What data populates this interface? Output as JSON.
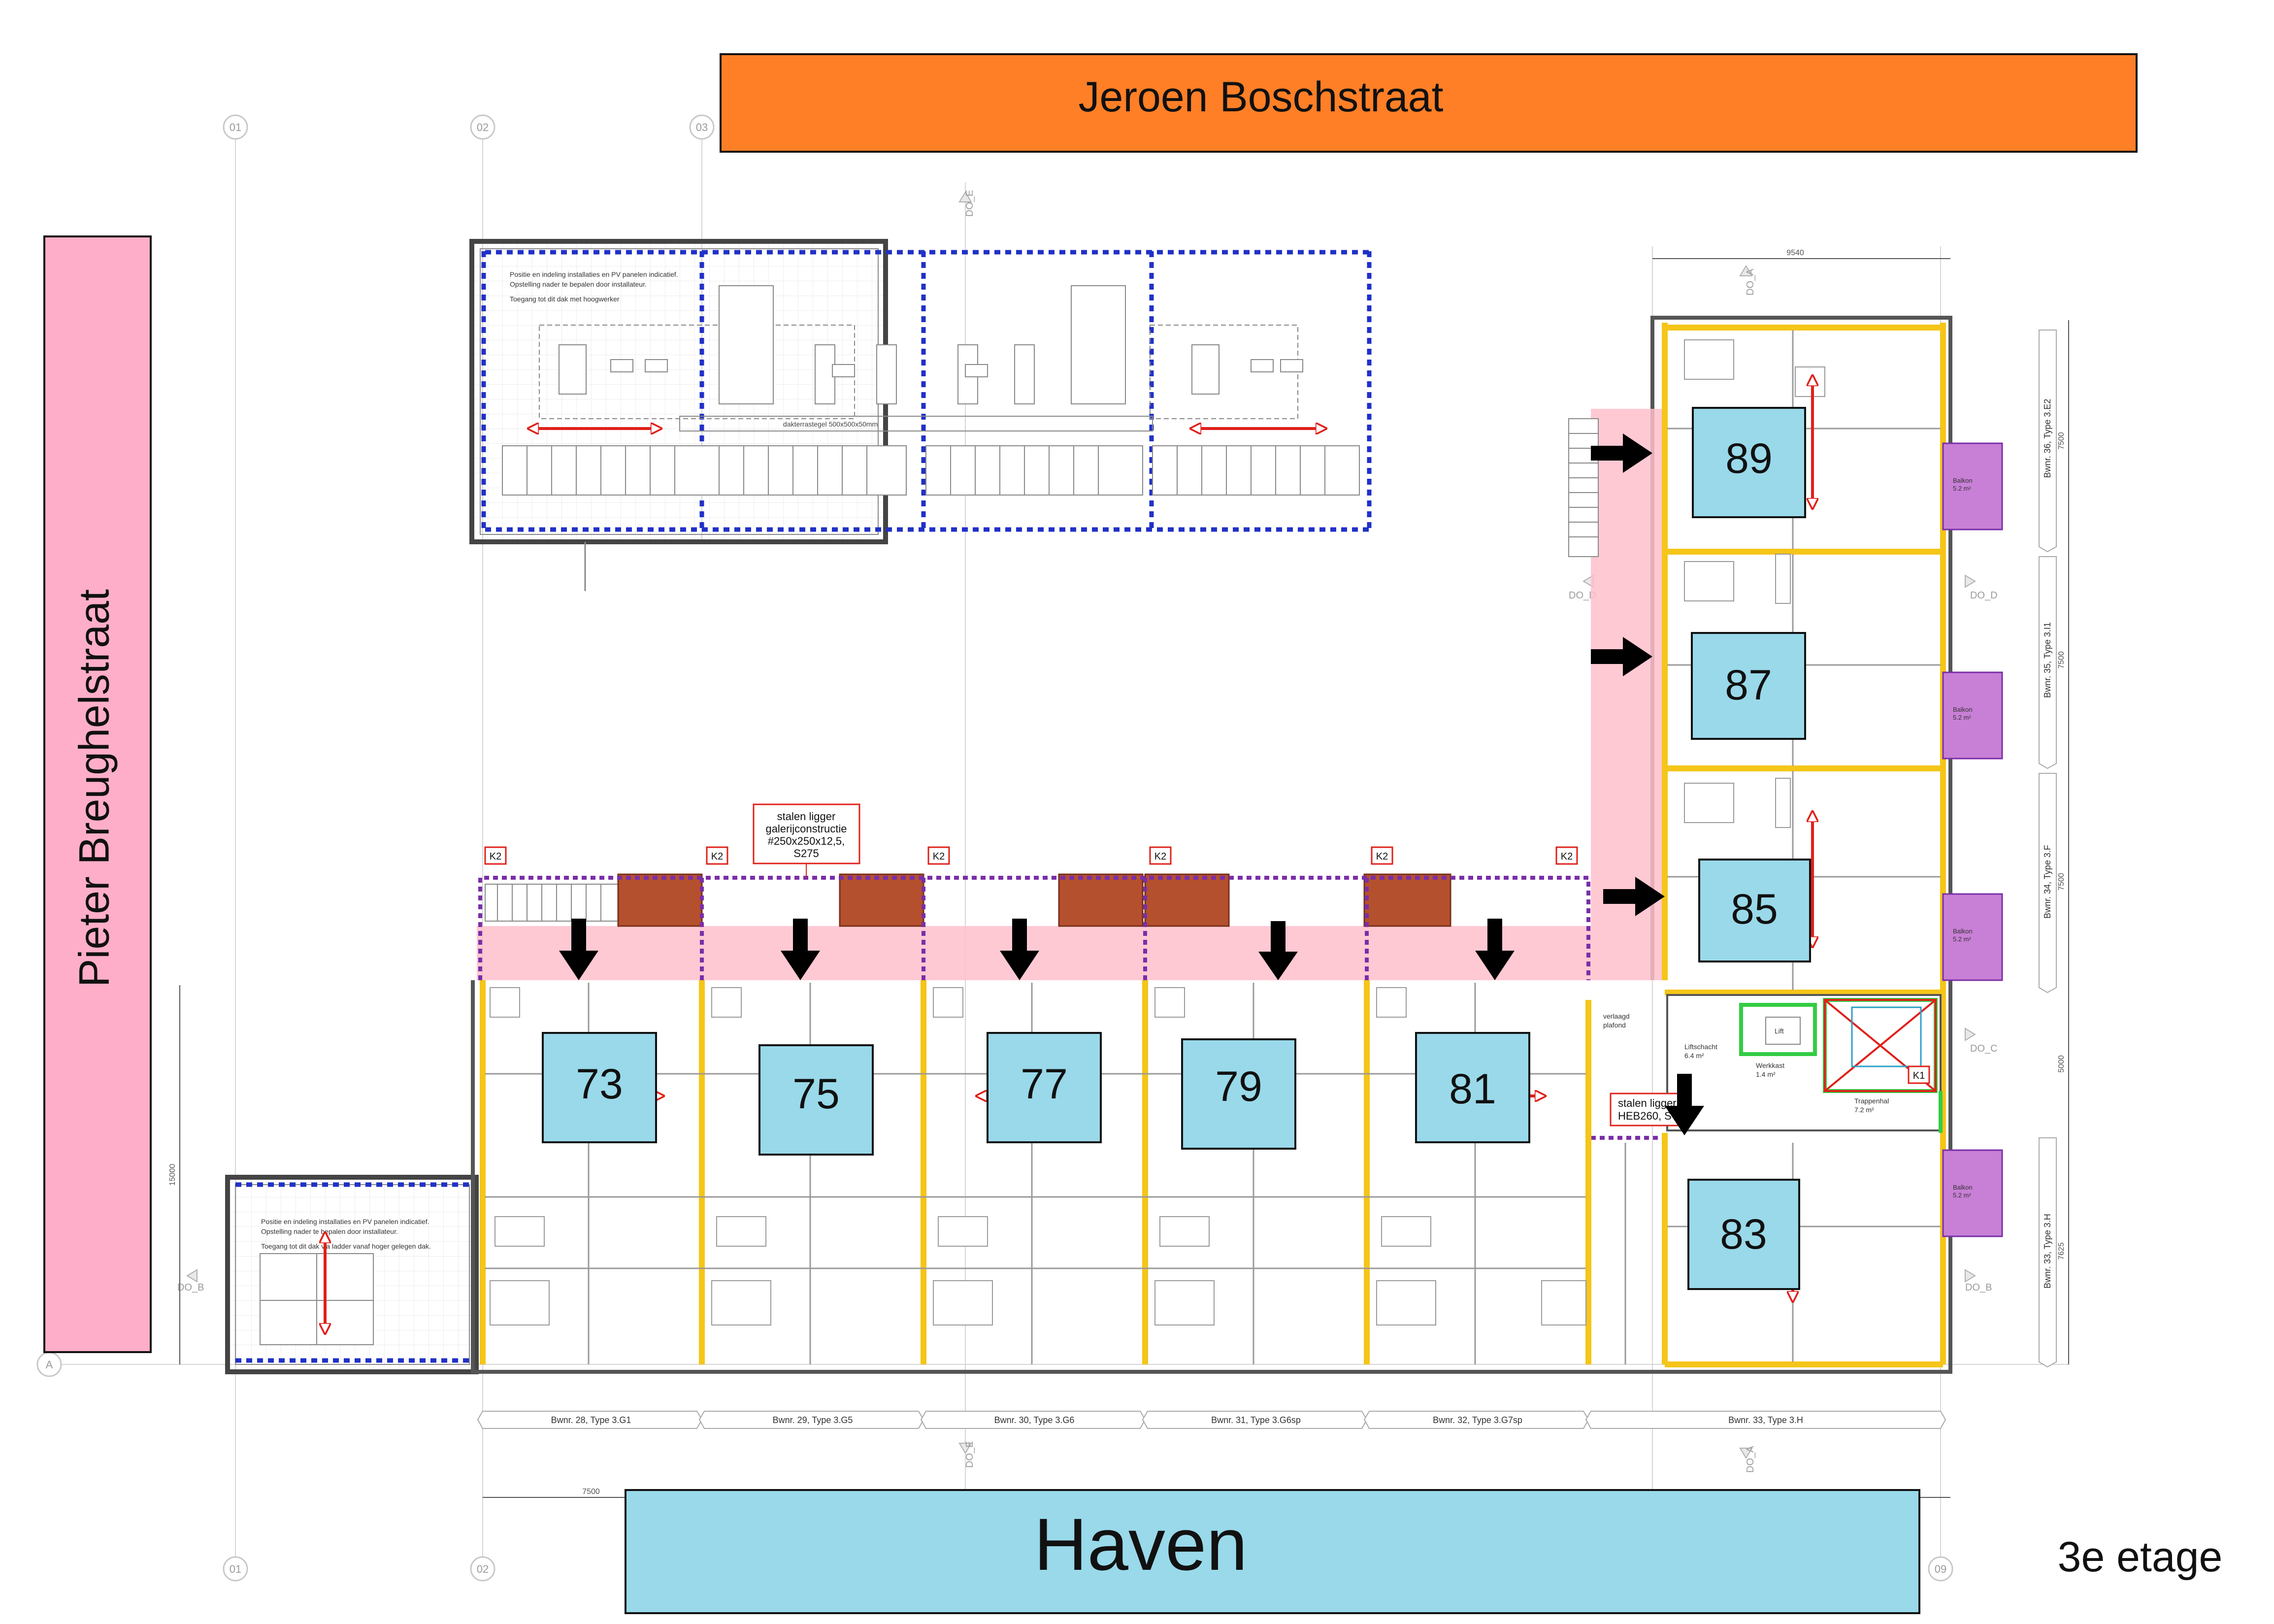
{
  "streets": {
    "north": "Jeroen Boschstraat",
    "west": "Pieter Breughelstraat",
    "south": "Haven"
  },
  "floor_label": "3e etage",
  "colors": {
    "north_street": "#ff7f27",
    "west_street": "#ffaec9",
    "south_street": "#99d9ea",
    "unit_tag": "#99d9ea",
    "gallery": "#ffc0cb",
    "wall_accent": "#f5c518",
    "balcony": "#c87fd6",
    "storage": "#b5502e",
    "arrow_red": "#e0201a",
    "dashed_blue": "#2030c8",
    "dashed_purple": "#7a2ea8"
  },
  "units": [
    {
      "id": "73"
    },
    {
      "id": "75"
    },
    {
      "id": "77"
    },
    {
      "id": "79"
    },
    {
      "id": "81"
    },
    {
      "id": "83"
    },
    {
      "id": "85"
    },
    {
      "id": "87"
    },
    {
      "id": "89"
    }
  ],
  "unit_type_labels": [
    "Bwnr. 28,  Type 3.G1",
    "Bwnr. 29,  Type 3.G5",
    "Bwnr. 30,  Type 3.G6",
    "Bwnr. 31,  Type 3.G6sp",
    "Bwnr. 32,  Type 3.G7sp",
    "Bwnr. 33,  Type 3.H"
  ],
  "east_type_labels": [
    "Bwnr. 36,  Type 3.E2",
    "Bwnr. 35,  Type 3.I1",
    "Bwnr. 34,  Type 3.F",
    "Bwnr. 33,  Type 3.H"
  ],
  "beam_note": {
    "line1": "stalen ligger",
    "line2": "galerijconstructie",
    "line3": "#250x250x12,5,",
    "line4": "S275"
  },
  "beam_note_2": {
    "line1": "stalen ligger",
    "line2": "HEB260, S"
  },
  "column_tags": [
    "K2",
    "K2",
    "K2",
    "K2",
    "K2",
    "K2",
    "K1"
  ],
  "roof_notes": [
    "Positie en indeling installaties en PV panelen indicatief.",
    "Opstelling nader te bepalen door installateur.",
    "Toegang tot dit dak met hoogwerker"
  ],
  "roof_notes_small": [
    "Positie en indeling installaties en PV panelen indicatief.",
    "Opstelling nader te bepalen door installateur.",
    "Toegang tot dit dak via ladder vanaf hoger gelegen dak."
  ],
  "roof_tile_label": "dakterrastegel 500x500x50mm",
  "core_labels": {
    "lift": "Lift",
    "shaft": "Liftschacht",
    "shaft_area": "6.4 m²",
    "werkkast": "Werkkast",
    "werkkast_area": "1.4 m²",
    "stair": "Trappenhal",
    "stair_area": "7.2 m²",
    "verlaagd1": "verlaagd",
    "verlaagd2": "plafond"
  },
  "balcony_label": "Balkon",
  "balcony_area": "5.2 m²",
  "grid_axes": {
    "top": [
      "01",
      "02",
      "03"
    ],
    "bottom": [
      "01",
      "02",
      "09"
    ],
    "sections": [
      "DO_E",
      "DO_A",
      "DO_D",
      "DO_D",
      "DO_C",
      "DO_B",
      "DO_B",
      "DO_E",
      "DO_A"
    ],
    "left": "A"
  },
  "dimensions": {
    "top": "9540",
    "bottom": "7500",
    "east": [
      "7500",
      "7500",
      "7500",
      "5000",
      "7625"
    ],
    "west": "15000"
  }
}
